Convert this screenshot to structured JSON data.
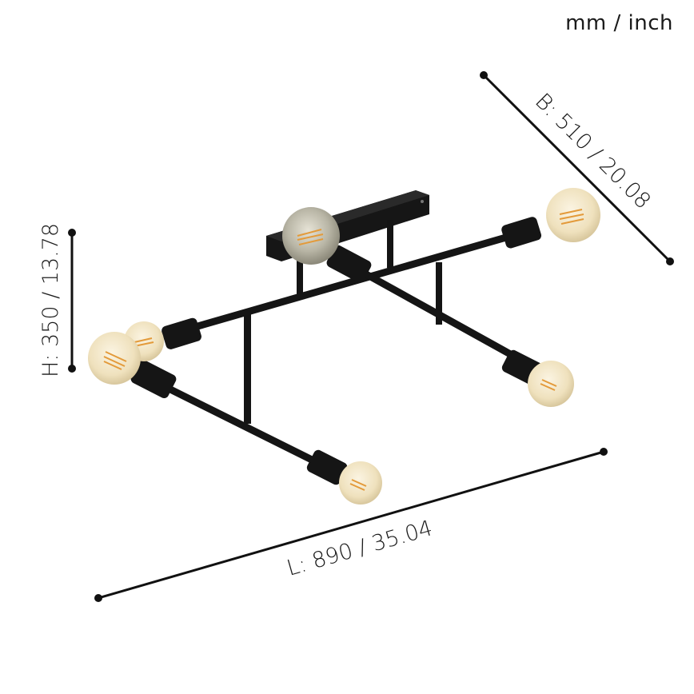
{
  "units_label": "mm / inch",
  "dimensions": {
    "width": {
      "label": "B: 510 / 20.08",
      "mm": 510,
      "inch": 20.08
    },
    "height": {
      "label": "H: 350 / 13.78",
      "mm": 350,
      "inch": 13.78
    },
    "length": {
      "label": "L: 890 / 35.04",
      "mm": 890,
      "inch": 35.04
    }
  },
  "product": {
    "type": "ceiling lamp",
    "arms": 6,
    "finish_color": "#151515",
    "bulb_color": "#f1e4c2",
    "filament_color": "#e39a3a"
  }
}
